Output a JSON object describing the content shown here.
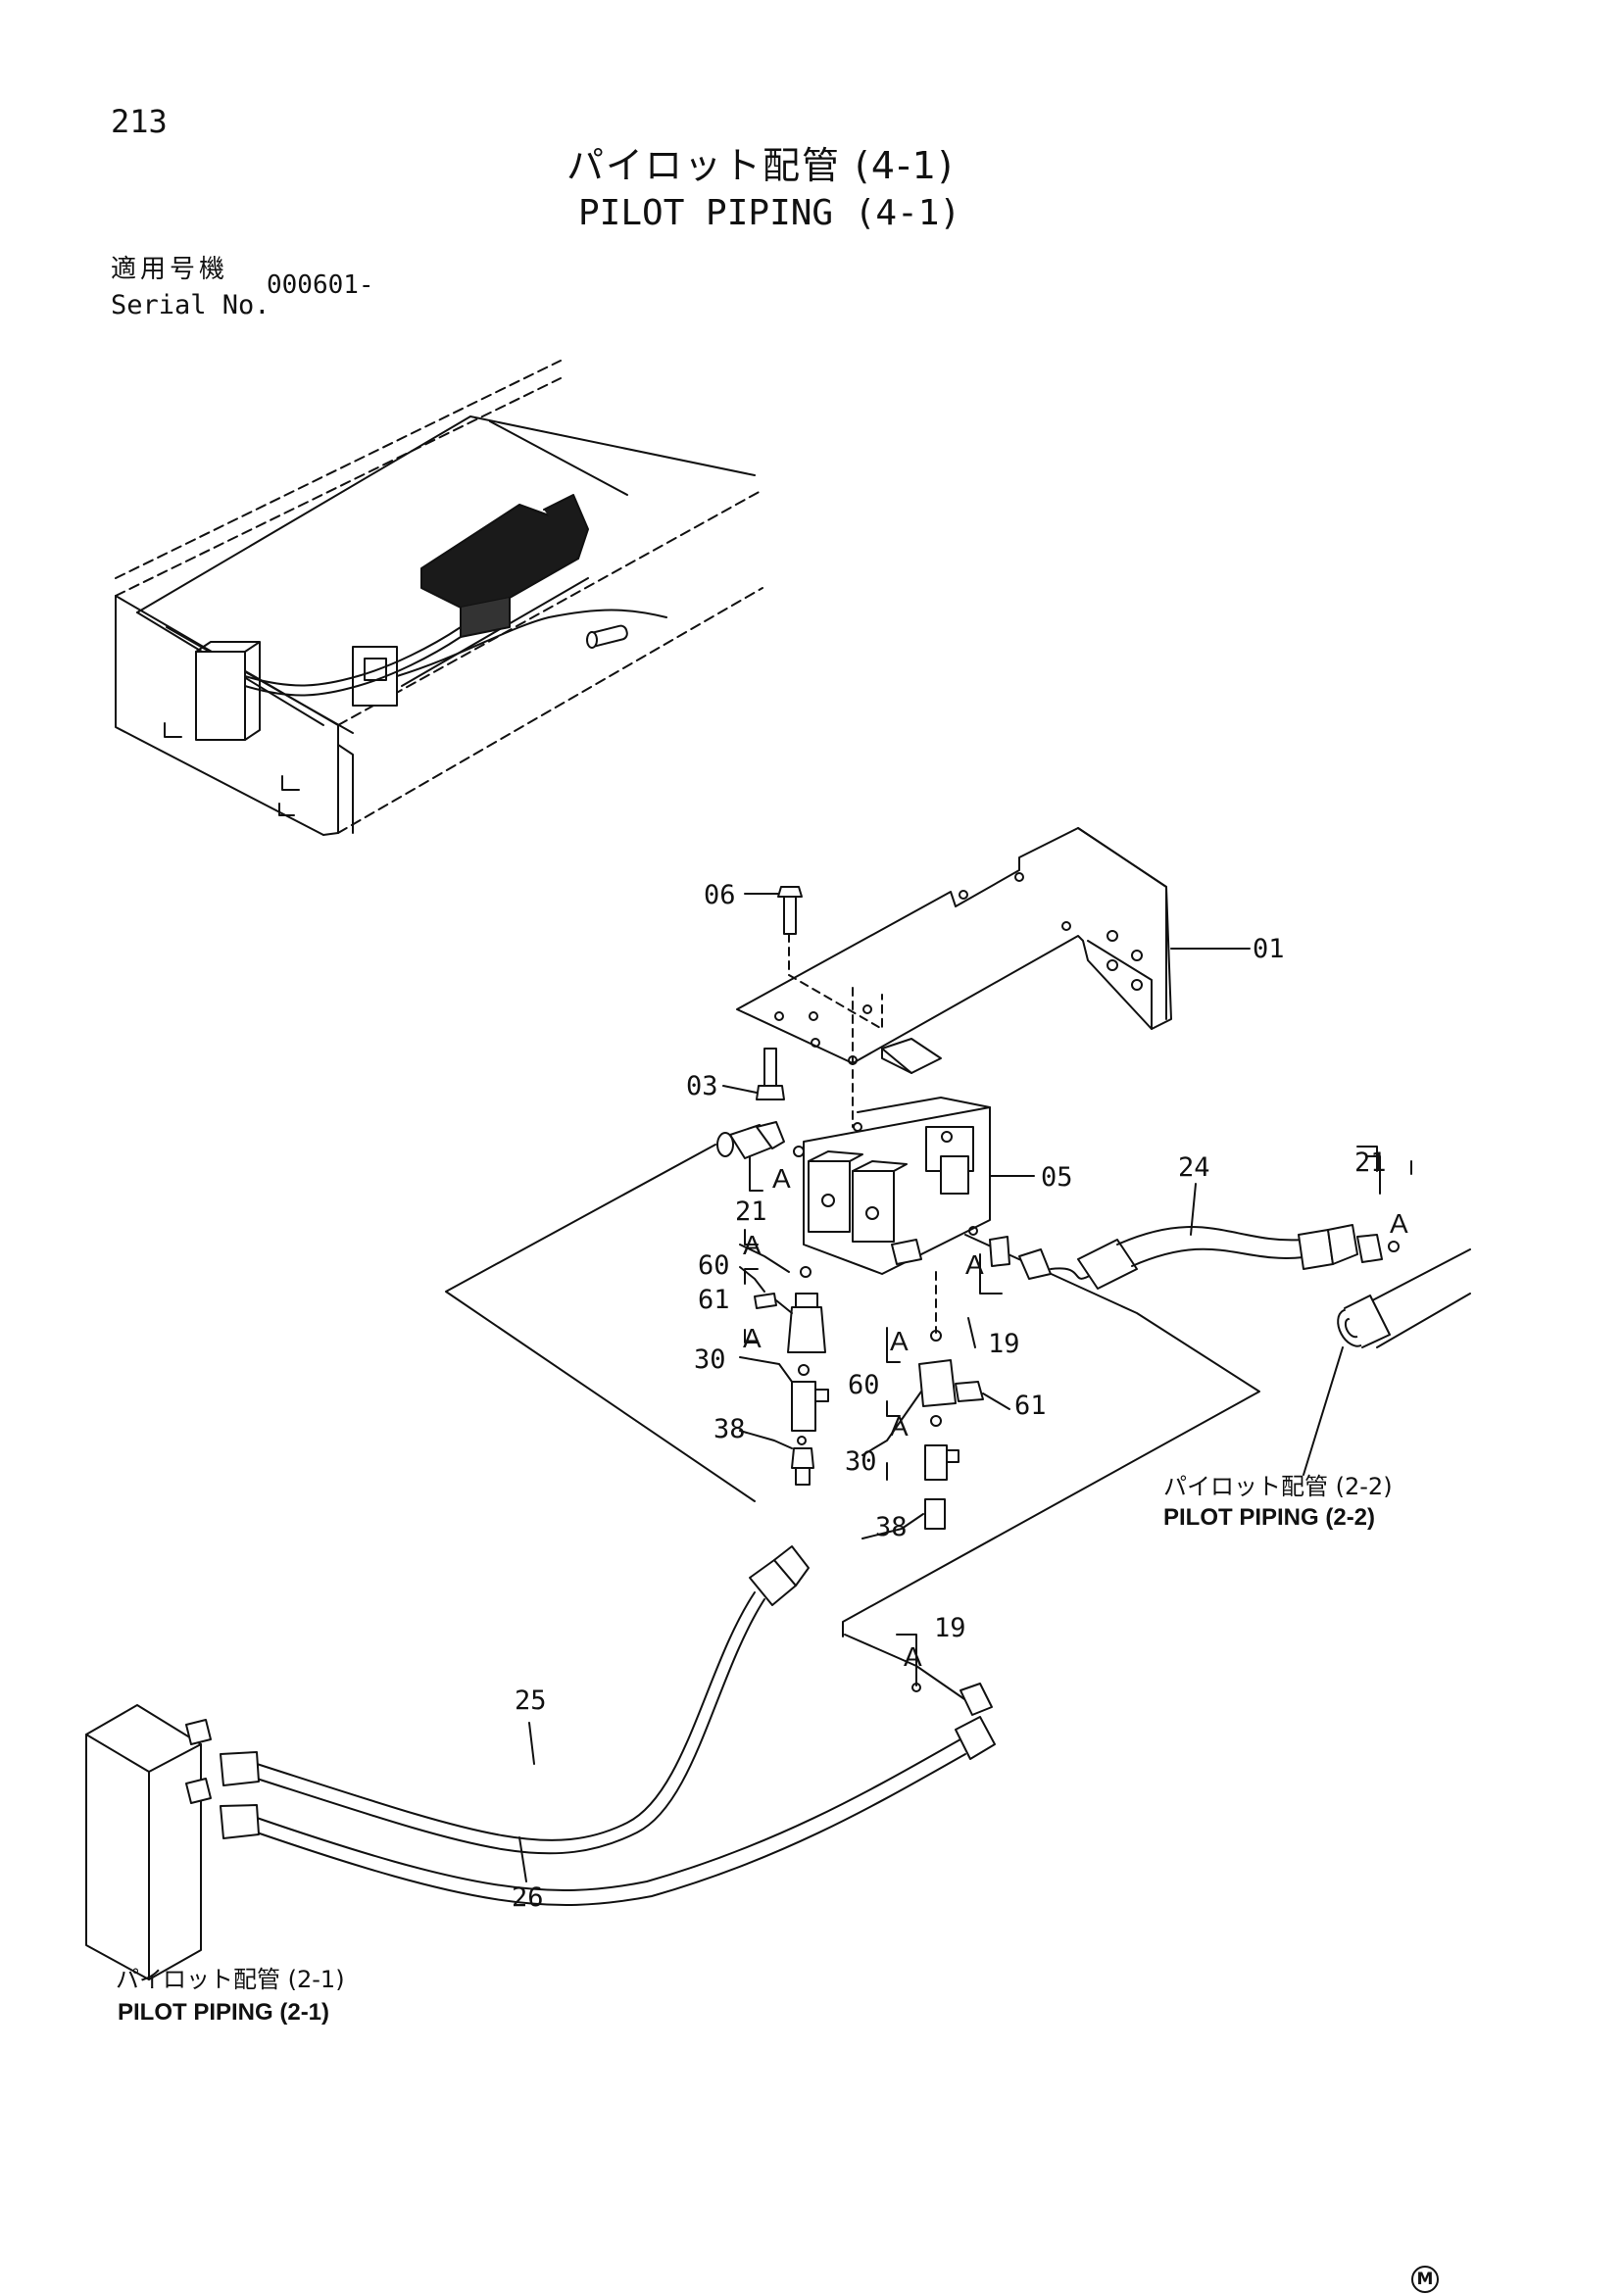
{
  "header": {
    "page_number": "213",
    "title_jp": "パイロット配管 (4-1)",
    "title_en": "PILOT PIPING (4-1)",
    "serial_label_jp": "適用号機",
    "serial_label_en": "Serial No.",
    "serial_value": "000601-"
  },
  "callouts": {
    "p01": "01",
    "p03": "03",
    "p05": "05",
    "p06": "06",
    "p19a": "19",
    "p19b": "19",
    "p21a": "21",
    "p21b": "21",
    "p24": "24",
    "p25": "25",
    "p26": "26",
    "p30a": "30",
    "p30b": "30",
    "p38a": "38",
    "p38b": "38",
    "p60a": "60",
    "p60b": "60",
    "p61a": "61",
    "p61b": "61",
    "a": "A"
  },
  "references": {
    "ref_2_2_jp": "パイロット配管 (2-2)",
    "ref_2_2_en": "PILOT PIPING (2-2)",
    "ref_2_1_jp": "パイロット配管 (2-1)",
    "ref_2_1_en": "PILOT PIPING (2-1)"
  },
  "footer": {
    "mark": "M"
  }
}
